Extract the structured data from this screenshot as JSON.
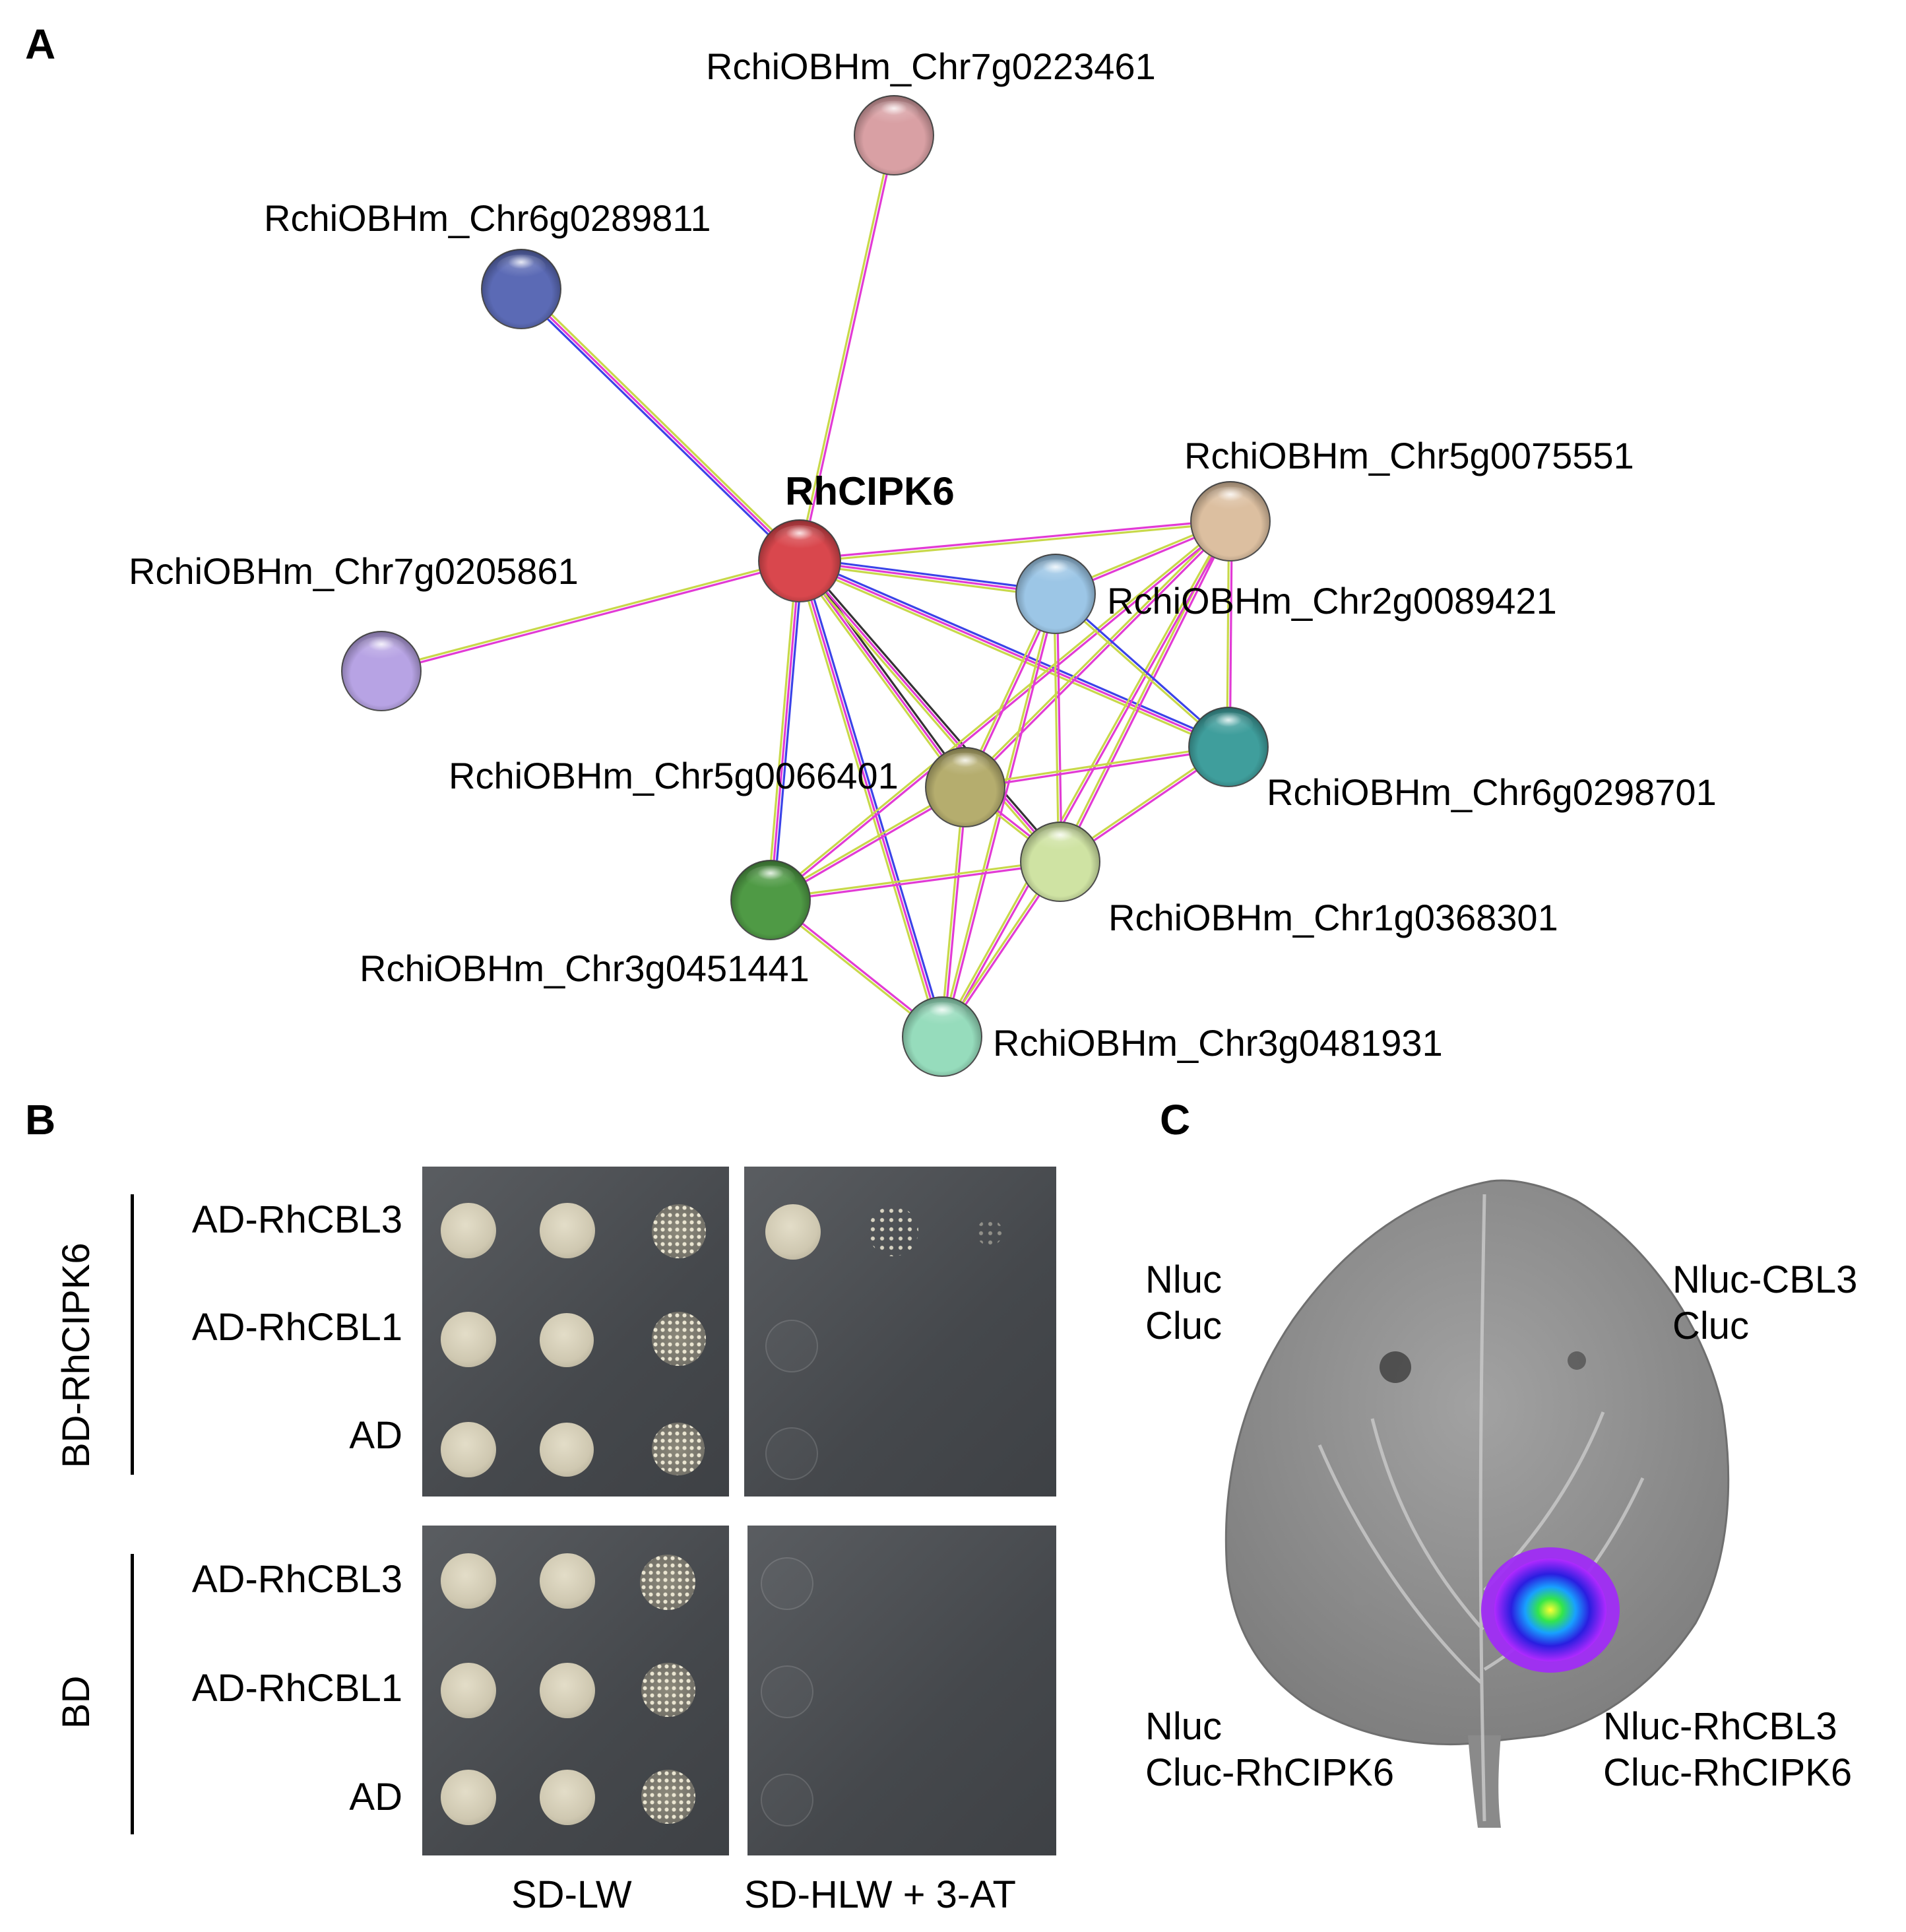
{
  "panels": {
    "a": "A",
    "b": "B",
    "c": "C"
  },
  "network": {
    "center": "RhCIPK6",
    "nodes": [
      {
        "id": "n_c7_223461",
        "label": "RchiOBHm_Chr7g0223461",
        "color": "#d9a0a4"
      },
      {
        "id": "n_c6_289811",
        "label": "RchiOBHm_Chr6g0289811",
        "color": "#5b6ab5"
      },
      {
        "id": "n_c5_075551",
        "label": "RchiOBHm_Chr5g0075551",
        "color": "#dcbfa0"
      },
      {
        "id": "n_c7_205861",
        "label": "RchiOBHm_Chr7g0205861",
        "color": "#b7a3e4"
      },
      {
        "id": "n_c2_089421",
        "label": "RchiOBHm_Chr2g0089421",
        "color": "#9cc6e6"
      },
      {
        "id": "n_c6_298701",
        "label": "RchiOBHm_Chr6g0298701",
        "color": "#3f9e9c"
      },
      {
        "id": "n_c5_066401",
        "label": "RchiOBHm_Chr5g0066401",
        "color": "#b5ad6e"
      },
      {
        "id": "n_c1_368301",
        "label": "RchiOBHm_Chr1g0368301",
        "color": "#cfe3a3"
      },
      {
        "id": "n_c3_451441",
        "label": "RchiOBHm_Chr3g0451441",
        "color": "#4f9a45"
      },
      {
        "id": "n_c3_481931",
        "label": "RchiOBHm_Chr3g0481931",
        "color": "#96dcbc"
      }
    ],
    "center_color": "#d9474d",
    "edge_colors": {
      "experimental": "#e23bd5",
      "textmining": "#c8d84a",
      "database": "#3b43e8",
      "coexpression": "#333333"
    }
  },
  "y2h": {
    "groups": [
      {
        "label": "BD-RhCIPK6",
        "rows": [
          "AD-RhCBL3",
          "AD-RhCBL1",
          "AD"
        ]
      },
      {
        "label": "BD",
        "rows": [
          "AD-RhCBL3",
          "AD-RhCBL1",
          "AD"
        ]
      }
    ],
    "media": [
      "SD-LW",
      "SD-HLW + 3-AT"
    ]
  },
  "lci": {
    "top_left": [
      "Nluc",
      "Cluc"
    ],
    "top_right": [
      "Nluc-CBL3",
      "Cluc"
    ],
    "bottom_left": [
      "Nluc",
      "Cluc-RhCIPK6"
    ],
    "bottom_right": [
      "Nluc-RhCBL3",
      "Cluc-RhCIPK6"
    ]
  }
}
